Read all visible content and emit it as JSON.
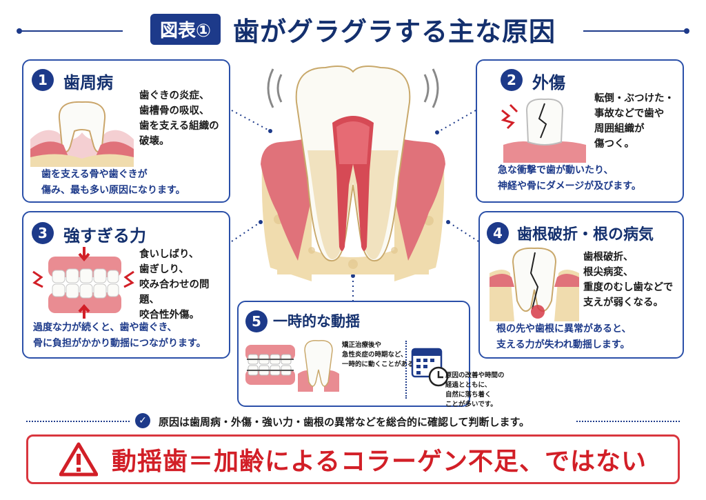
{
  "header": {
    "badge": "図表①",
    "title": "歯がグラグラする主な原因"
  },
  "causes": [
    {
      "num": "1",
      "title": "歯周病",
      "text": [
        "歯ぐきの炎症、",
        "歯槽骨の吸収、",
        "歯を支える組織の",
        "破壊。"
      ],
      "note": [
        "歯を支える骨や歯ぐきが",
        "傷み、最も多い原因になります。"
      ]
    },
    {
      "num": "2",
      "title": "外傷",
      "text": [
        "転倒・ぶつけた・",
        "事故などで歯や",
        "周囲組織が",
        "傷つく。"
      ],
      "note": [
        "急な衝撃で歯が動いたり、",
        "神経や骨にダメージが及びます。"
      ]
    },
    {
      "num": "3",
      "title": "強すぎる力",
      "text": [
        "食いしばり、",
        "歯ぎしり、",
        "咬み合わせの問題、",
        "咬合性外傷。"
      ],
      "note": [
        "過度な力が続くと、歯や歯ぐき、",
        "骨に負担がかかり動揺につながります。"
      ]
    },
    {
      "num": "4",
      "title": "歯根破折・根の病気",
      "text": [
        "歯根破折、",
        "根尖病変、",
        "重度のむし歯などで",
        "支えが弱くなる。"
      ],
      "note": [
        "根の先や歯根に異常があると、",
        "支える力が失われ動揺します。"
      ]
    },
    {
      "num": "5",
      "title": "一時的な動揺",
      "text": [
        "矯正治療後や",
        "急性炎症の時期など、",
        "一時的に動くことがある。"
      ],
      "note": [
        "原因の改善や時間の",
        "経過とともに、",
        "自然に落ち着く",
        "ことが多いです。"
      ]
    }
  ],
  "bottom_text": "原因は歯周病・外傷・強い力・歯根の異常などを総合的に確認して判断します。",
  "banner": "動揺歯＝加齢によるコラーゲン不足、ではない",
  "colors": {
    "navy": "#1d3a8a",
    "red": "#d21f27",
    "gum": "#e0727a",
    "bone": "#f0dcae"
  },
  "icons": [
    "check-icon",
    "warning-icon",
    "calendar-icon",
    "clock-icon",
    "tooth-icon"
  ]
}
